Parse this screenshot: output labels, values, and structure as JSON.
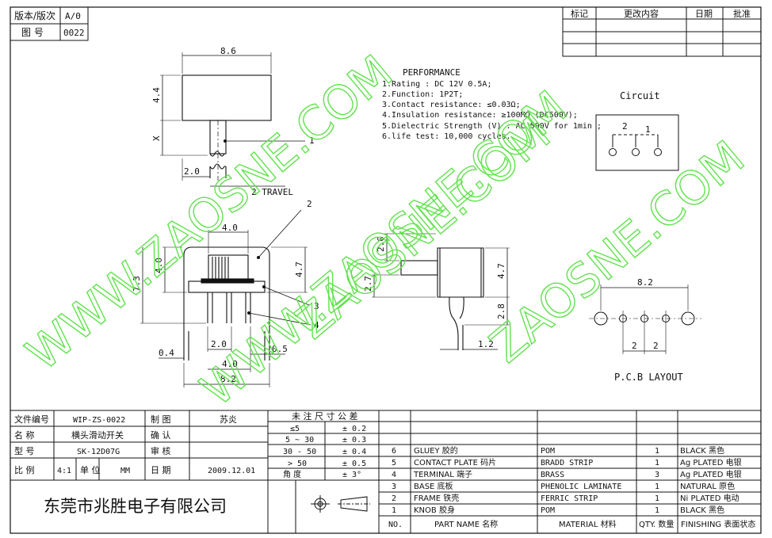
{
  "rev_block": {
    "version_label": "版本/版次",
    "version_value": "A/0",
    "drawing_no_label": "图  号",
    "drawing_no_value": "0022"
  },
  "revision_table": {
    "headers": [
      "标记",
      "更改内容",
      "日期",
      "批准"
    ]
  },
  "performance": {
    "title": "PERFORMANCE",
    "lines": [
      "1.Rating : DC 12V 0.5A;",
      "2.Function: 1P2T;",
      "3.Contact resistance: ≤0.03Ω;",
      "4.Insulation resistance: ≥100MΩ (DC500V);",
      "5.Dielectric Strength (V) : AC 500V for 1min ;",
      "6.life test: 10,000 cycles."
    ]
  },
  "circuit": {
    "title": "Circuit",
    "label_2": "2",
    "label_1": "1"
  },
  "top_view": {
    "width": "8.6",
    "height": "4.4",
    "x_label": "X",
    "offset": "2.0",
    "travel": "2 TRAVEL",
    "callout_1": "1"
  },
  "front_view": {
    "knob_width": "4.0",
    "height_40": "4.0",
    "height_73": "7.3",
    "height_47": "4.7",
    "pin_spacing": "2.0",
    "pin_thickness": "0.4",
    "pin_gap": "0.5",
    "inner_width": "4.0",
    "total_width": "8.2",
    "callout_2": "2",
    "callout_3": "3",
    "callout_4": "4"
  },
  "side_view": {
    "d20": "2.0",
    "d27": "2.7",
    "d47": "4.7",
    "d28": "2.8",
    "d12": "1.2"
  },
  "pcb": {
    "span": "8.2",
    "pitch_a": "2",
    "pitch_b": "2",
    "title": "P.C.B LAYOUT"
  },
  "watermarks": [
    "WWW.ZAOSNE.COM",
    "ZAOSNE.COM",
    "WWW.ZAOSNE.COM",
    "ZAOSNE.COM"
  ],
  "title_block": {
    "file_no_label": "文件编号",
    "file_no": "WIP-ZS-0022",
    "drawn_label": "制  图",
    "drawn": "苏炎",
    "name_label": "名  称",
    "name": "横头滑动开关",
    "confirm_label": "确  认",
    "model_label": "型  号",
    "model": "SK-12D07G",
    "review_label": "审  核",
    "scale_label": "比  例",
    "scale": "4:1",
    "unit_label": "单  位",
    "unit": "MM",
    "date_label": "日  期",
    "date": "2009.12.01",
    "company": "东莞市兆胜电子有限公司"
  },
  "tolerance": {
    "title": "未 注 尺 寸 公 差",
    "rows": [
      [
        "≤5",
        "± 0.2"
      ],
      [
        "5 ~ 30",
        "± 0.3"
      ],
      [
        "30 - 50",
        "± 0.4"
      ],
      [
        "> 50",
        "± 0.5"
      ],
      [
        "角  度",
        "± 3°"
      ]
    ]
  },
  "bom": {
    "headers": [
      "NO.",
      "PART  NAME  名称",
      "MATERIAL 材料",
      "QTY. 数量",
      "FINISHING 表面状态"
    ],
    "rows": [
      [
        "6",
        "GLUEY 胶的",
        "POM",
        "1",
        "BLACK 黑色"
      ],
      [
        "5",
        "CONTACT PLATE  码片",
        "BRADD STRIP",
        "1",
        "Ag PLATED  电银"
      ],
      [
        "4",
        "TERMINAL  端子",
        "BRASS",
        "3",
        "Ag PLATED  电银"
      ],
      [
        "3",
        "BASE  底板",
        "PHENOLIC LAMINATE",
        "1",
        "NATURAL 原色"
      ],
      [
        "2",
        "FRAME  铁壳",
        "FERRIC STRIP",
        "1",
        "Ni PLATED  电动"
      ],
      [
        "1",
        "KNOB  胶身",
        "POM",
        "1",
        "BLACK 黑色"
      ]
    ]
  }
}
